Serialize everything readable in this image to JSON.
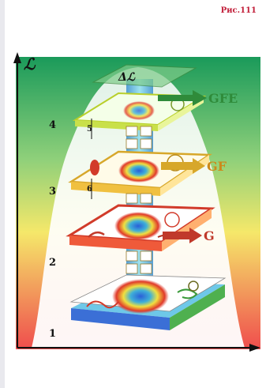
{
  "figure_label": "Рис.111",
  "axis": {
    "y_symbol": "ℒ"
  },
  "top_symbol": "Δℒ",
  "levels": [
    "1",
    "2",
    "3",
    "4"
  ],
  "sublevels": [
    "5",
    "6"
  ],
  "tags": [
    "GFE",
    "GF",
    "G"
  ],
  "colors": {
    "tag_gfe": "#2f8b3a",
    "tag_gf": "#cc8a1a",
    "tag_g": "#c0392b",
    "figure_label": "#c21f3a"
  }
}
